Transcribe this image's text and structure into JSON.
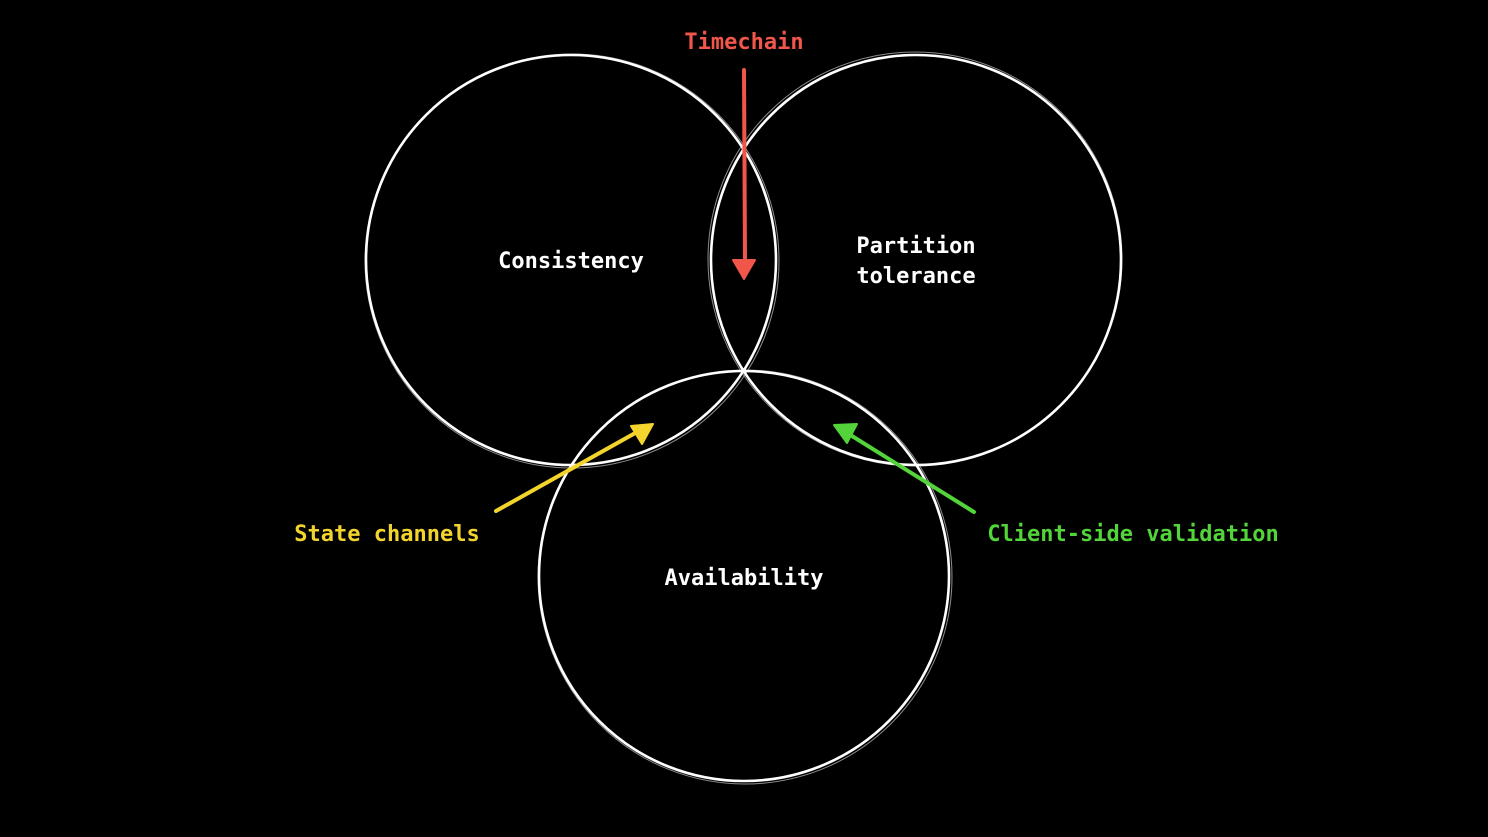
{
  "colors": {
    "background": "#000000",
    "circle_stroke": "#ffffff",
    "set_label": "#ffffff",
    "timechain": "#f0574a",
    "state_channels": "#f2d42c",
    "client_side_validation": "#52d43a"
  },
  "sets": {
    "consistency": "Consistency",
    "partition_line1": "Partition",
    "partition_line2": "tolerance",
    "availability": "Availability"
  },
  "annotations": {
    "timechain": "Timechain",
    "state_channels": "State channels",
    "client_side_validation": "Client-side validation"
  }
}
